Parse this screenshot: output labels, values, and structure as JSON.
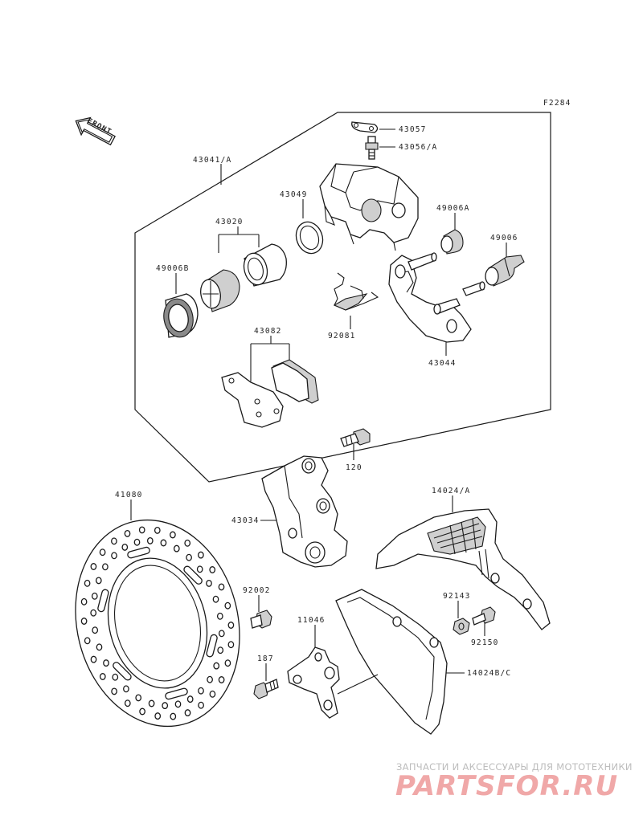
{
  "diagram": {
    "code": "F2284",
    "front_label": "FRONT",
    "labels": {
      "p43057": "43057",
      "p43056a": "43056/A",
      "p43041a": "43041/A",
      "p43049": "43049",
      "p43020": "43020",
      "p49006a": "49006A",
      "p49006": "49006",
      "p49006b": "49006B",
      "p92081": "92081",
      "p43044": "43044",
      "p43082": "43082",
      "p120": "120",
      "p41080": "41080",
      "p43034": "43034",
      "p14024a": "14024/A",
      "p92002": "92002",
      "p11046": "11046",
      "p92143": "92143",
      "p92150": "92150",
      "p187": "187",
      "p14024bc": "14024B/C"
    }
  },
  "watermark": {
    "tagline": "ЗАПЧАСТИ И АКСЕССУАРЫ ДЛЯ МОТОТЕХНИКИ",
    "brand": "PARTSFOR.RU",
    "colors": {
      "brand": "#f0a8a8",
      "tagline": "#bdbdbd"
    }
  }
}
